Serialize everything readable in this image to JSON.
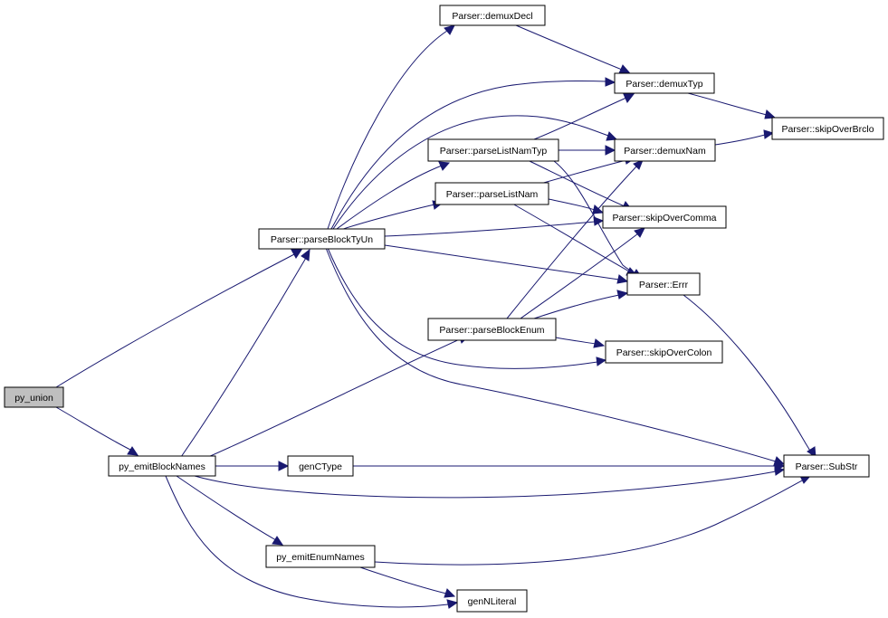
{
  "colors": {
    "edge": "#191970",
    "node_border": "#000000",
    "root_fill": "#bfbfbf",
    "node_fill": "#ffffff"
  },
  "nodes": {
    "py_union": "py_union",
    "py_emitBlockNames": "py_emitBlockNames",
    "parseBlockTyUn": "Parser::parseBlockTyUn",
    "demuxDecl": "Parser::demuxDecl",
    "demuxTyp": "Parser::demuxTyp",
    "parseListNamTyp": "Parser::parseListNamTyp",
    "demuxNam": "Parser::demuxNam",
    "skipOverBrclo": "Parser::skipOverBrclo",
    "parseListNam": "Parser::parseListNam",
    "skipOverComma": "Parser::skipOverComma",
    "Errr": "Parser::Errr",
    "parseBlockEnum": "Parser::parseBlockEnum",
    "skipOverColon": "Parser::skipOverColon",
    "genCType": "genCType",
    "SubStr": "Parser::SubStr",
    "py_emitEnumNames": "py_emitEnumNames",
    "genNLiteral": "genNLiteral"
  },
  "edges": [
    [
      "py_union",
      "parseBlockTyUn"
    ],
    [
      "py_union",
      "py_emitBlockNames"
    ],
    [
      "py_emitBlockNames",
      "parseBlockTyUn"
    ],
    [
      "py_emitBlockNames",
      "parseBlockEnum"
    ],
    [
      "py_emitBlockNames",
      "genCType"
    ],
    [
      "py_emitBlockNames",
      "SubStr"
    ],
    [
      "py_emitBlockNames",
      "py_emitEnumNames"
    ],
    [
      "py_emitBlockNames",
      "genNLiteral"
    ],
    [
      "parseBlockTyUn",
      "demuxDecl"
    ],
    [
      "parseBlockTyUn",
      "demuxTyp"
    ],
    [
      "parseBlockTyUn",
      "demuxNam"
    ],
    [
      "parseBlockTyUn",
      "parseListNamTyp"
    ],
    [
      "parseBlockTyUn",
      "parseListNam"
    ],
    [
      "parseBlockTyUn",
      "skipOverComma"
    ],
    [
      "parseBlockTyUn",
      "Errr"
    ],
    [
      "parseBlockTyUn",
      "skipOverColon"
    ],
    [
      "parseBlockTyUn",
      "SubStr"
    ],
    [
      "demuxDecl",
      "demuxTyp"
    ],
    [
      "demuxTyp",
      "skipOverBrclo"
    ],
    [
      "demuxNam",
      "skipOverBrclo"
    ],
    [
      "parseListNamTyp",
      "demuxTyp"
    ],
    [
      "parseListNamTyp",
      "demuxNam"
    ],
    [
      "parseListNamTyp",
      "skipOverComma"
    ],
    [
      "parseListNamTyp",
      "Errr"
    ],
    [
      "parseListNam",
      "demuxNam"
    ],
    [
      "parseListNam",
      "skipOverComma"
    ],
    [
      "parseListNam",
      "Errr"
    ],
    [
      "parseBlockEnum",
      "demuxNam"
    ],
    [
      "parseBlockEnum",
      "skipOverComma"
    ],
    [
      "parseBlockEnum",
      "Errr"
    ],
    [
      "parseBlockEnum",
      "skipOverColon"
    ],
    [
      "Errr",
      "SubStr"
    ],
    [
      "genCType",
      "SubStr"
    ],
    [
      "py_emitEnumNames",
      "SubStr"
    ],
    [
      "py_emitEnumNames",
      "genNLiteral"
    ]
  ]
}
